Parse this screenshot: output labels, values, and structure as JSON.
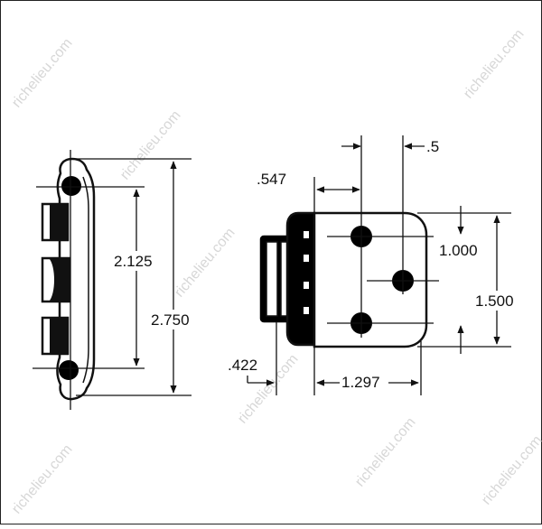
{
  "colors": {
    "line": "#111111",
    "fill": "#000000",
    "background": "#ffffff",
    "watermark": "#d7d7d7"
  },
  "watermark": {
    "text": "richelieu.com"
  },
  "side_view": {
    "dimensions": {
      "hole_spacing": "2.125",
      "overall_height": "2.750"
    }
  },
  "front_view": {
    "dimensions": {
      "top_offset": ".5",
      "hole_offset": ".547",
      "vertical_hole_spacing": "1.000",
      "plate_height": "1.500",
      "offset": ".422",
      "plate_width": "1.297"
    }
  }
}
